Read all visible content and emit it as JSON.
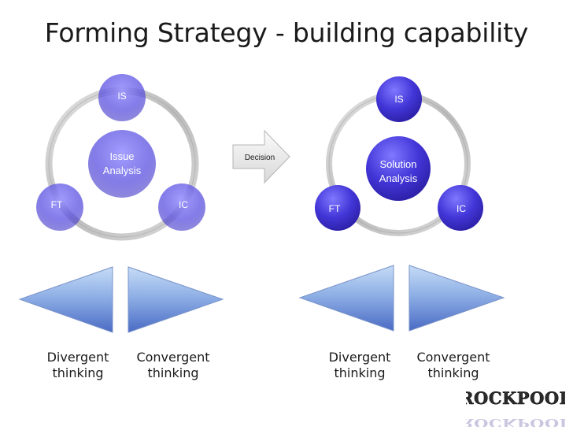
{
  "title": "Forming Strategy - building capability",
  "left_cycle": {
    "center": [
      "Issue",
      "Analysis"
    ],
    "top": "IS",
    "right": "IC",
    "left": "FT"
  },
  "arrow": {
    "label": "Decision"
  },
  "right_cycle": {
    "center": [
      "Solution",
      "Analysis"
    ],
    "top": "IS",
    "right": "IC",
    "left": "FT"
  },
  "captions": {
    "left_divergent": "Divergent\nthinking",
    "left_convergent": "Convergent\nthinking",
    "right_divergent": "Divergent\nthinking",
    "right_convergent": "Convergent\nthinking"
  },
  "logo": "ROCKPOOL",
  "colors": {
    "node": "#4a3fd6",
    "ring": "#c8c8c8",
    "triangle_top": "#a9c4ec",
    "triangle_bottom": "#4a6fc7"
  }
}
